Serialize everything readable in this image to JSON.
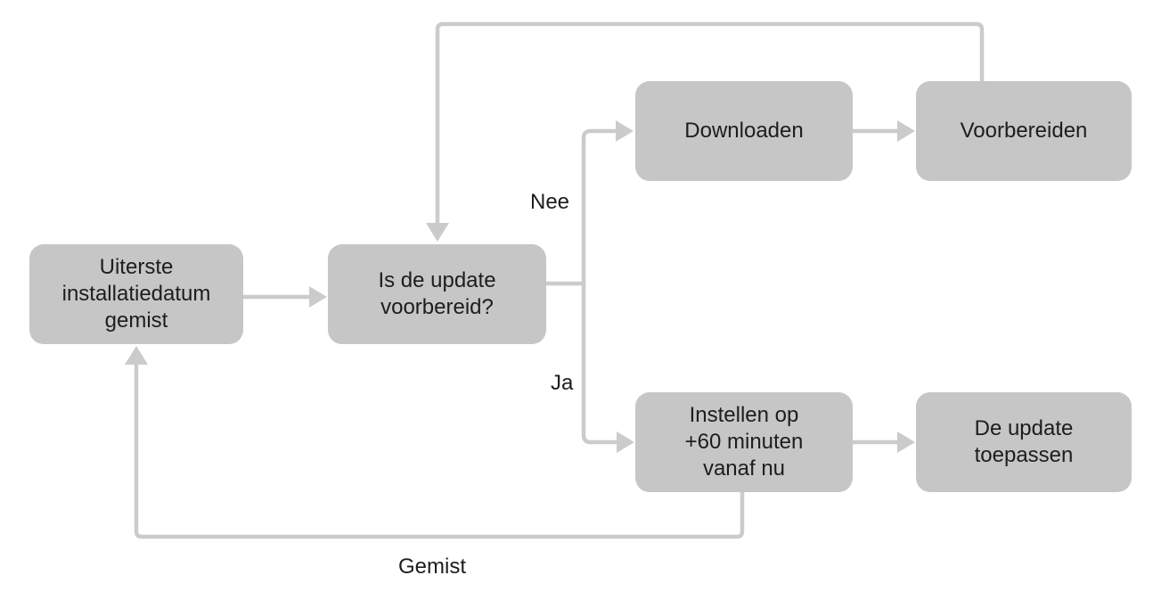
{
  "nodes": {
    "deadline_missed": {
      "label": "Uiterste\ninstallatiedatum\ngemist"
    },
    "is_update_prepared": {
      "label": "Is de update\nvoorbereid?"
    },
    "download": {
      "label": "Downloaden"
    },
    "prepare": {
      "label": "Voorbereiden"
    },
    "set_60_minutes": {
      "label": "Instellen op\n+60 minuten\nvanaf nu"
    },
    "apply_update": {
      "label": "De update\ntoepassen"
    }
  },
  "edge_labels": {
    "no": "Nee",
    "yes": "Ja",
    "missed": "Gemist"
  },
  "colors": {
    "node_fill": "#c5c6c5",
    "connector": "#cbcbcb",
    "text": "#1d1d1f",
    "background": "#ffffff"
  }
}
